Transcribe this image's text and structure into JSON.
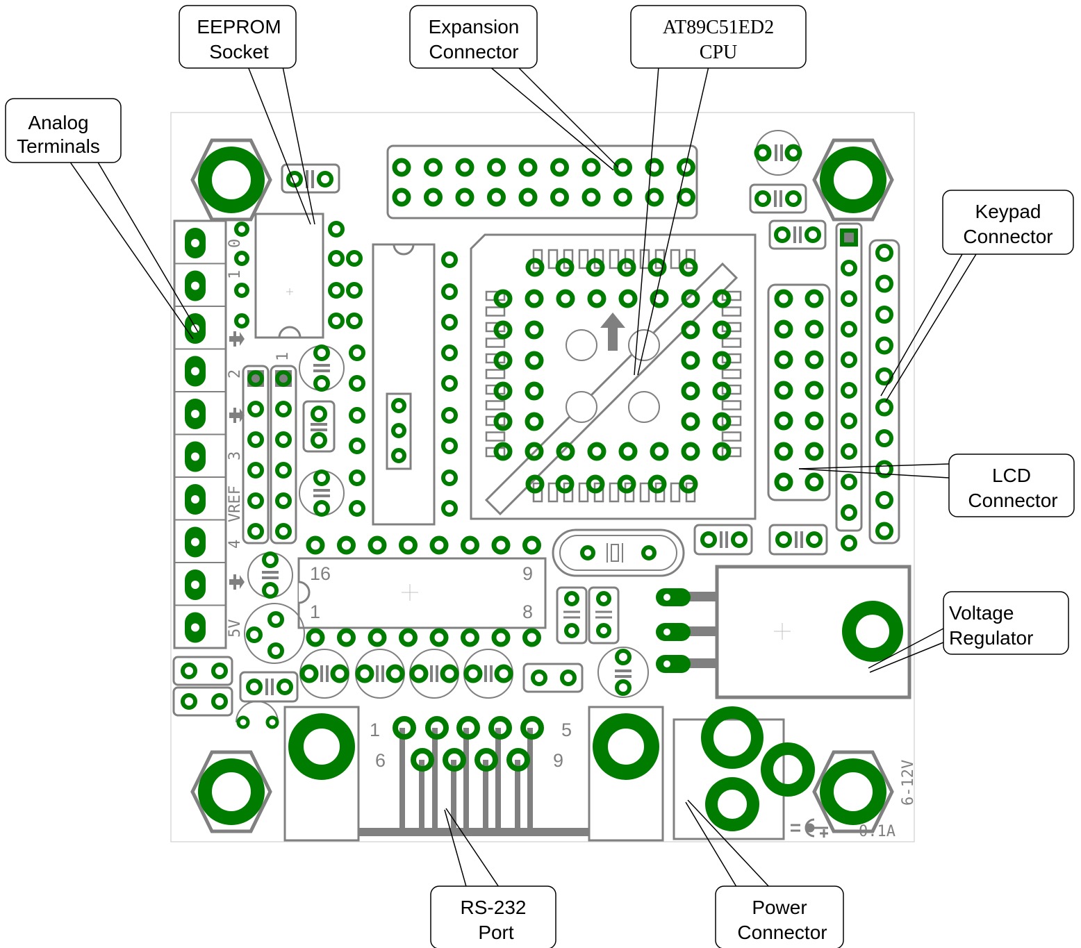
{
  "colors": {
    "pad": "#007c00",
    "silk": "#808080",
    "outline": "#d0d0d0",
    "callout_border": "#000000",
    "background": "#ffffff"
  },
  "callouts": {
    "analog_terminals": [
      "Analog",
      "Terminals"
    ],
    "eeprom_socket": [
      "EEPROM",
      "Socket"
    ],
    "expansion_connector": [
      "Expansion",
      "Connector"
    ],
    "cpu": [
      "AT89C51ED2",
      "CPU"
    ],
    "keypad_connector": [
      "Keypad",
      "Connector"
    ],
    "lcd_connector": [
      "LCD",
      "Connector"
    ],
    "voltage_regulator": [
      "Voltage",
      "Regulator"
    ],
    "rs232_port": [
      "RS-232",
      "Port"
    ],
    "power_connector": [
      "Power",
      "Connector"
    ]
  },
  "silkscreen": {
    "analog_labels": [
      "0",
      "1",
      "2",
      "3",
      "VREF",
      "4",
      "5V"
    ],
    "jumper_labels": [
      "2",
      "1"
    ],
    "ic_pins": {
      "top_left": "16",
      "top_right": "9",
      "bottom_left": "1",
      "bottom_right": "8"
    },
    "db9_pins": {
      "p1": "1",
      "p5": "5",
      "p6": "6",
      "p9": "9"
    },
    "power_rating": {
      "voltage": "6-12V",
      "current": "0.1A"
    }
  }
}
